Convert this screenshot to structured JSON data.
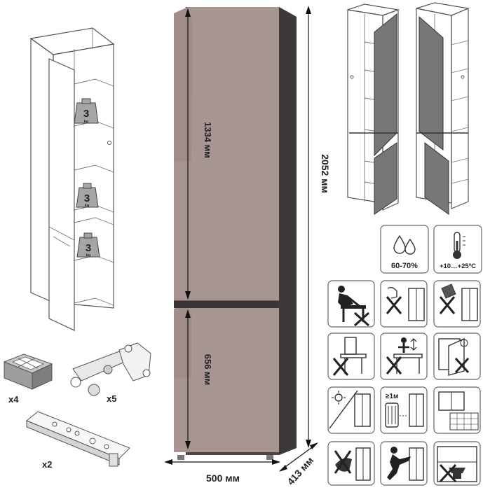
{
  "main_cabinet": {
    "body_color": "#4a4546",
    "front_color": "#a79592",
    "dimensions": {
      "height": "2052 мм",
      "upper_door": "1334 мм",
      "lower_door": "656 мм",
      "width": "500 мм",
      "depth": "413 мм"
    }
  },
  "load_labels": {
    "weight_value": "3",
    "weight_unit": "kg"
  },
  "parts": {
    "feet_qty": "x4",
    "hinges_qty": "x5",
    "rails_qty": "x2"
  },
  "conditions": {
    "humidity": "60-70%",
    "temperature": "+10…+25ºC",
    "distance": "≥1м"
  },
  "icons": [
    "no-climbing-icon",
    "no-water-icon",
    "no-chemicals-icon",
    "no-leaning-icon",
    "no-overload-icon",
    "no-door-hanging-icon",
    "no-sunlight-icon",
    "heater-distance-icon",
    "window-ventilation-icon",
    "no-cleaning-abrasive-icon",
    "no-pushing-icon",
    "no-heavy-objects-icon"
  ]
}
